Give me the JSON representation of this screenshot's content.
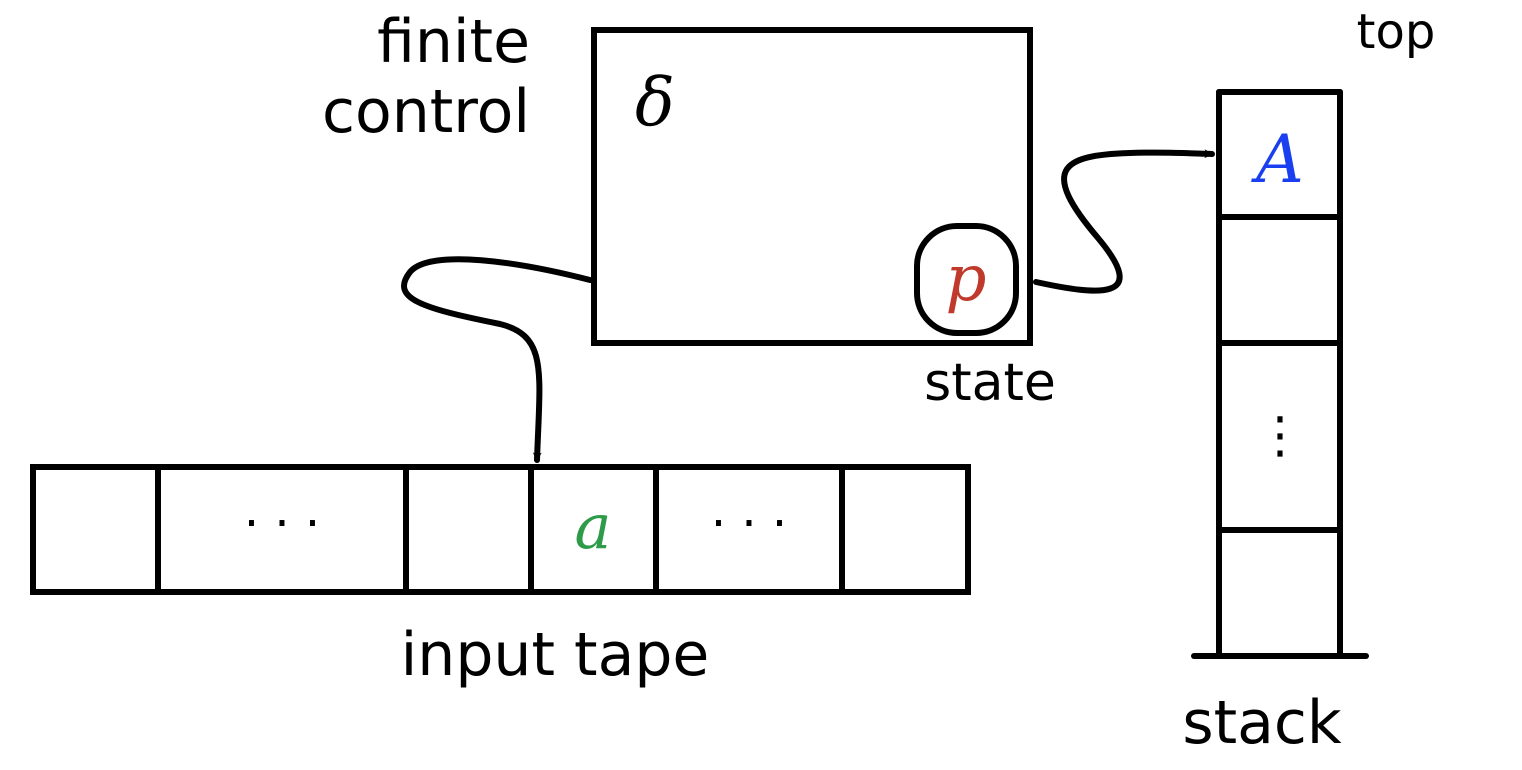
{
  "finite_control": {
    "label_line1": "finite",
    "label_line2": "control",
    "transition_symbol": "δ",
    "state_symbol": "p",
    "state_label": "state"
  },
  "input_tape": {
    "label": "input tape",
    "cells": [
      "",
      "· · ·",
      "",
      "a",
      "· · ·",
      ""
    ],
    "head_cell_index": 3
  },
  "stack": {
    "label": "stack",
    "top_label": "top",
    "cells": [
      "A",
      "",
      "⋮",
      ""
    ]
  },
  "colors": {
    "state_symbol": "#c0392b",
    "tape_symbol": "#2e9b4a",
    "stack_symbol": "#1a3ff0",
    "ink": "#000000"
  }
}
